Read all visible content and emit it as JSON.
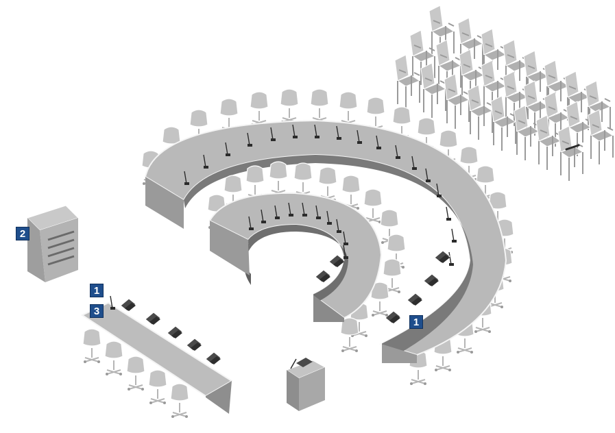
{
  "colors": {
    "desk_top": "#b9b9b9",
    "desk_front": "#9a9a9a",
    "desk_inner": "#6f6f6f",
    "edge": "#f4f4f4",
    "chair": "#c4c4c4",
    "chair_dark": "#a8a8a8",
    "chair_frame": "#d6d6d6",
    "mic": "#2b2b2b",
    "screen": "#555555",
    "badge_bg": "#1f4e8c",
    "badge_text": "#ffffff"
  },
  "callouts": [
    {
      "id": "callout-1-delegate-desk",
      "label": "1"
    },
    {
      "id": "callout-2-central-equipment-rack",
      "label": "2"
    },
    {
      "id": "callout-1-chairman-table",
      "label": "1"
    },
    {
      "id": "callout-3-chairman-table",
      "label": "3"
    }
  ]
}
